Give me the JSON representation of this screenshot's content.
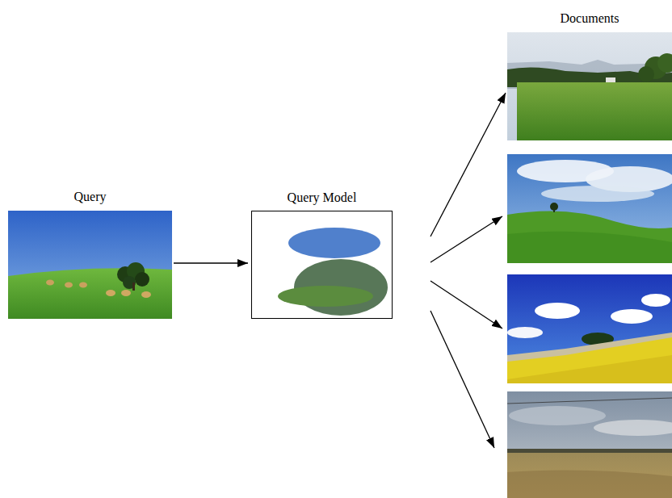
{
  "diagram": {
    "nodes": [
      {
        "text": [
          "Query"
        ]
      },
      {
        "text": [
          "Query Model"
        ]
      },
      {
        "text": [
          "Documents"
        ]
      },
      {
        "text": []
      },
      {
        "text": []
      },
      {
        "text": []
      }
    ],
    "edges": [
      {
        "from": 0,
        "to": 1,
        "arrow": "to"
      },
      {
        "from": 1,
        "to": 2,
        "arrow": "to"
      },
      {
        "from": 1,
        "to": 3,
        "arrow": "to"
      },
      {
        "from": 1,
        "to": 4,
        "arrow": "to"
      },
      {
        "from": 1,
        "to": 5,
        "arrow": "to"
      }
    ]
  }
}
